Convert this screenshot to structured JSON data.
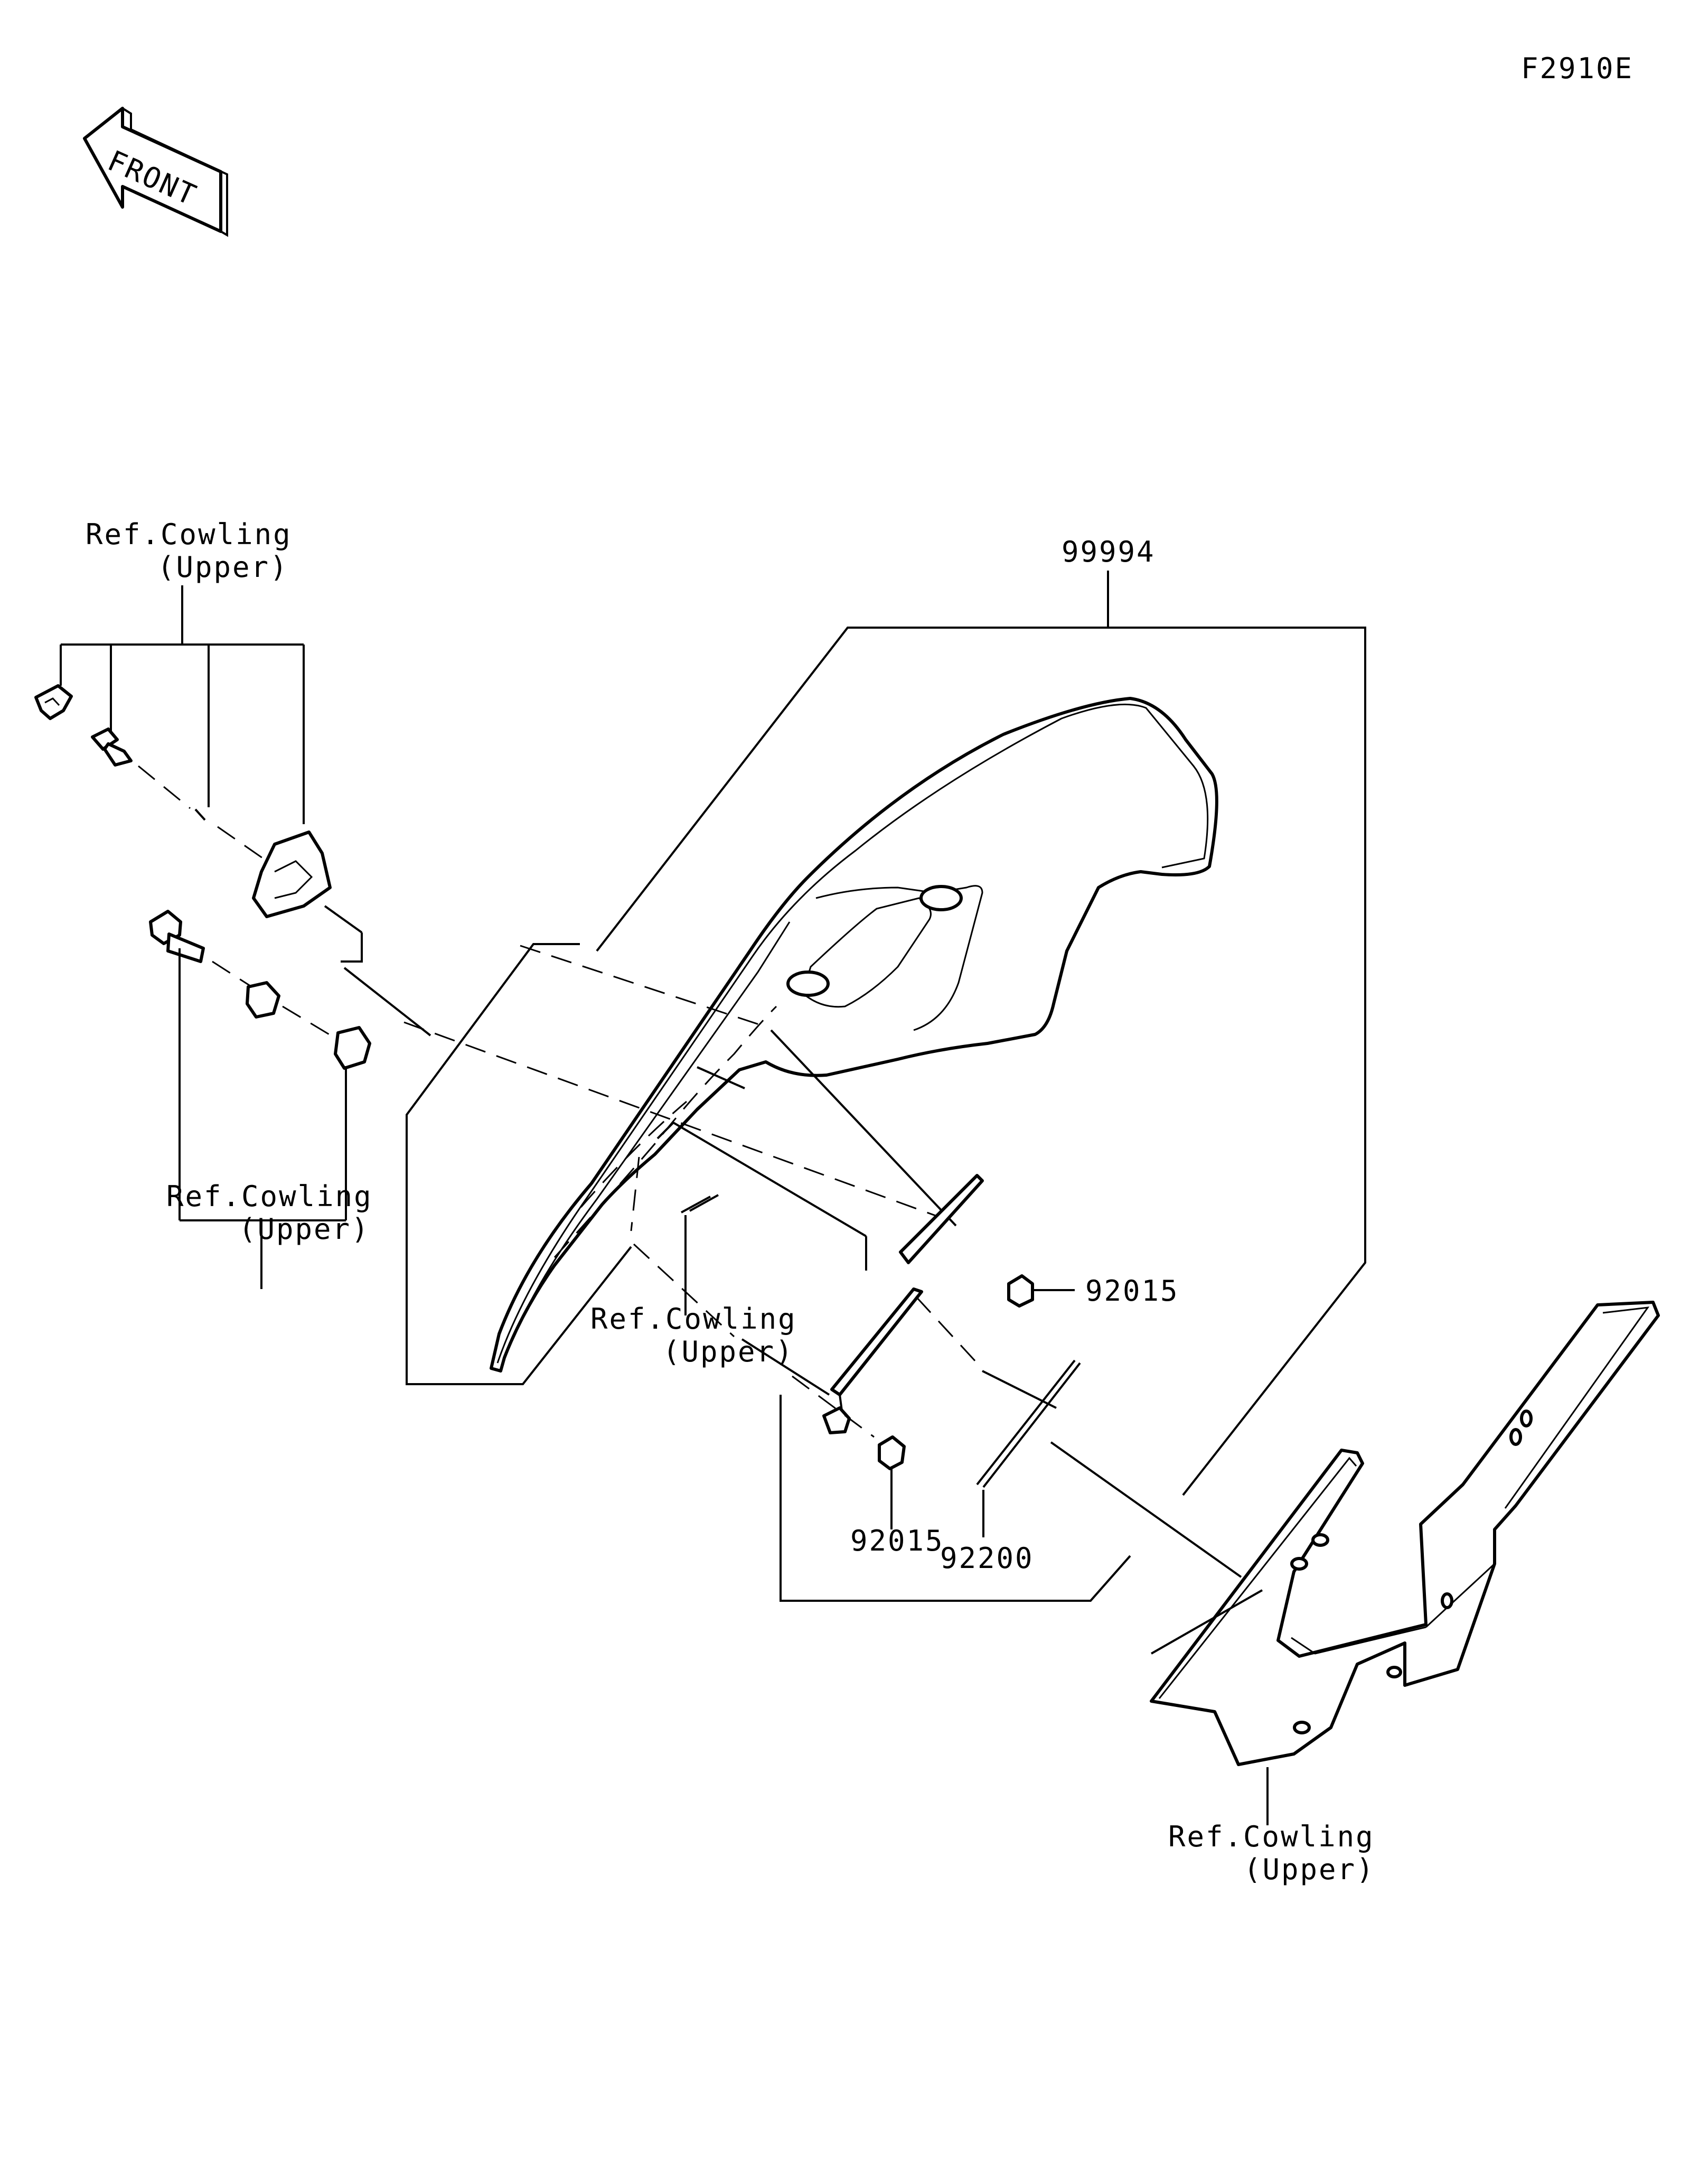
{
  "diagram_code": "F2910E",
  "front_label": "FRONT",
  "labels": {
    "ref_top_left_line1": "Ref.Cowling",
    "ref_top_left_line2": "(Upper)",
    "ref_mid_left_line1": "Ref.Cowling",
    "ref_mid_left_line2": "(Upper)",
    "ref_center_line1": "Ref.Cowling",
    "ref_center_line2": "(Upper)",
    "ref_bottom_right_line1": "Ref.Cowling",
    "ref_bottom_right_line2": "(Upper)"
  },
  "parts": {
    "kit_number": "99994",
    "nut_upper_number": "92015",
    "nut_lower_number": "92015",
    "washer_number": "92200"
  }
}
